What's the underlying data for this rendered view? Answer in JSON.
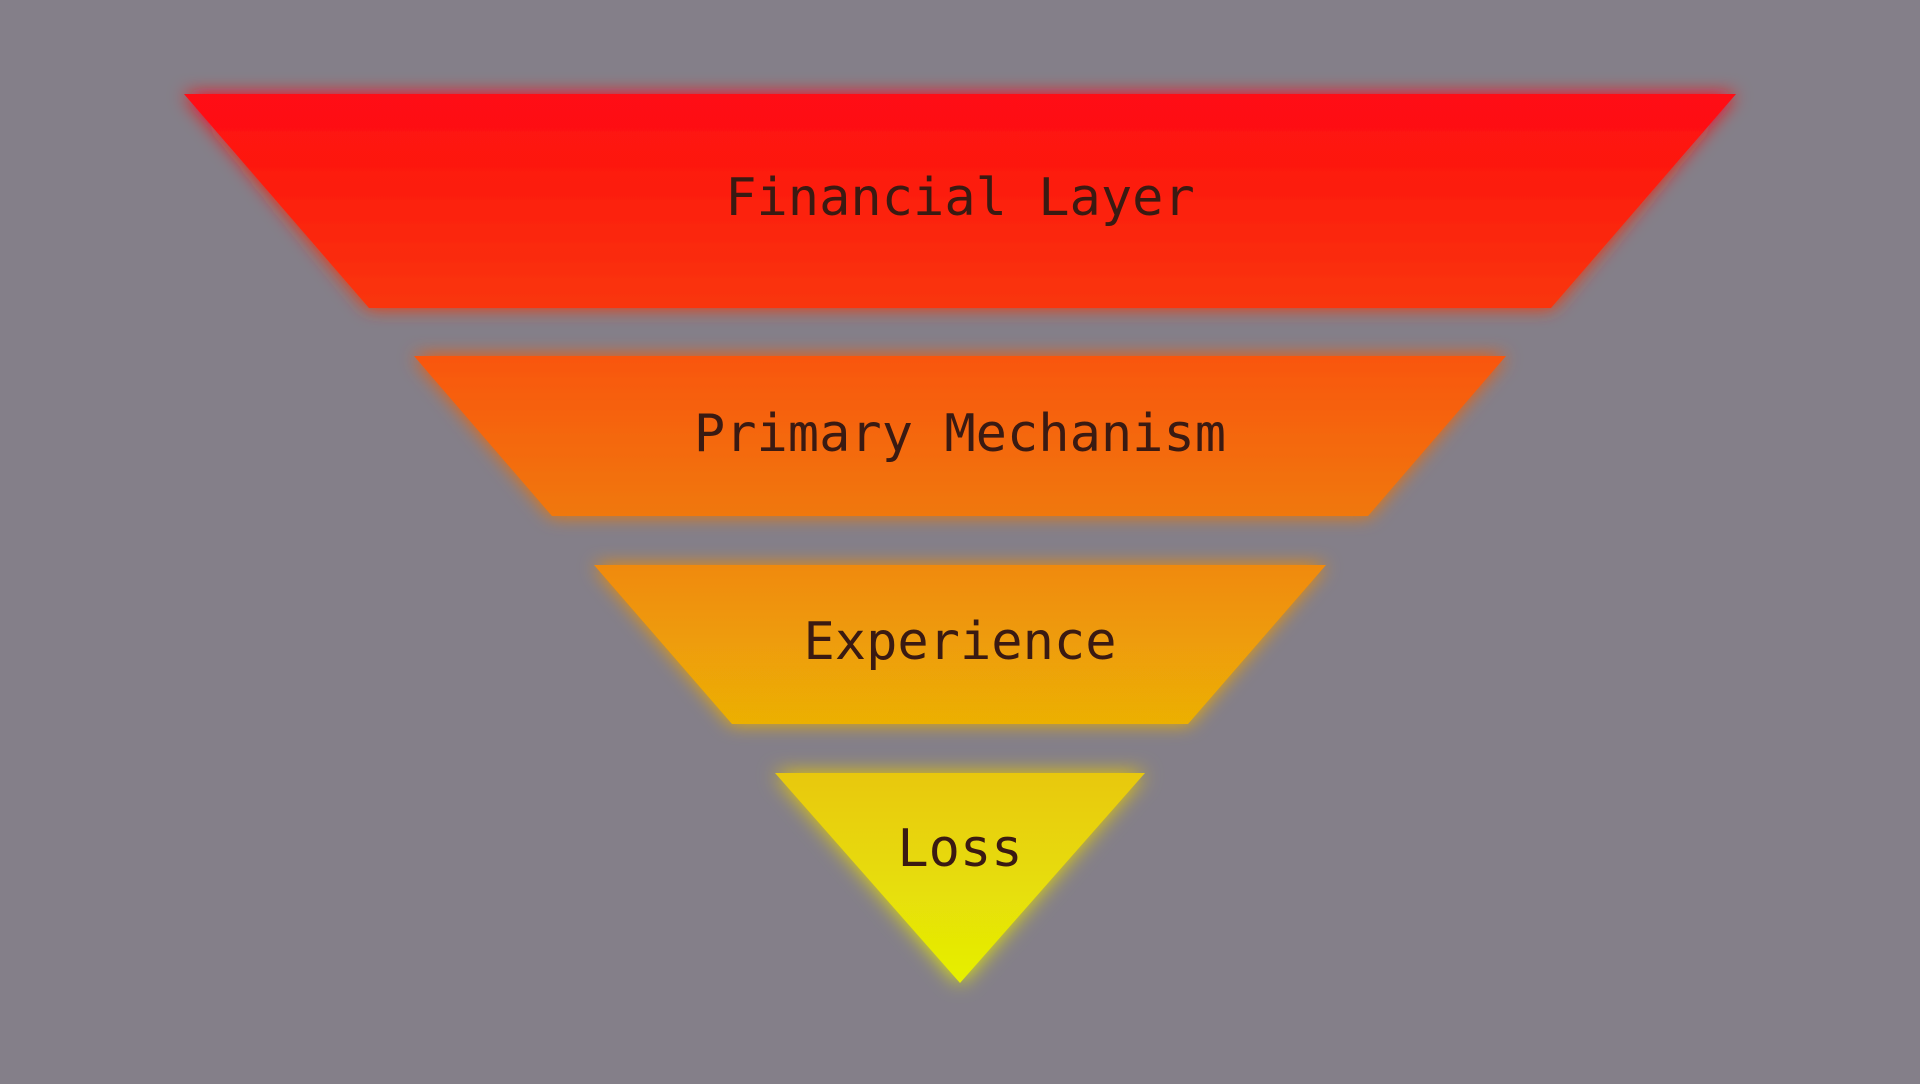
{
  "diagram": {
    "type": "inverted-pyramid-funnel",
    "background_color": "#847f89",
    "label_color": "#3a1a12",
    "layers": [
      {
        "label": "Financial Layer",
        "color_top": "#ff0a12",
        "color_bottom": "#f9360f"
      },
      {
        "label": "Primary Mechanism",
        "color_top": "#f9560d",
        "color_bottom": "#f0780b"
      },
      {
        "label": "Experience",
        "color_top": "#f08a08",
        "color_bottom": "#ecb006"
      },
      {
        "label": "Loss",
        "color_top": "#e8c80a",
        "color_bottom": "#e6f005"
      }
    ]
  }
}
